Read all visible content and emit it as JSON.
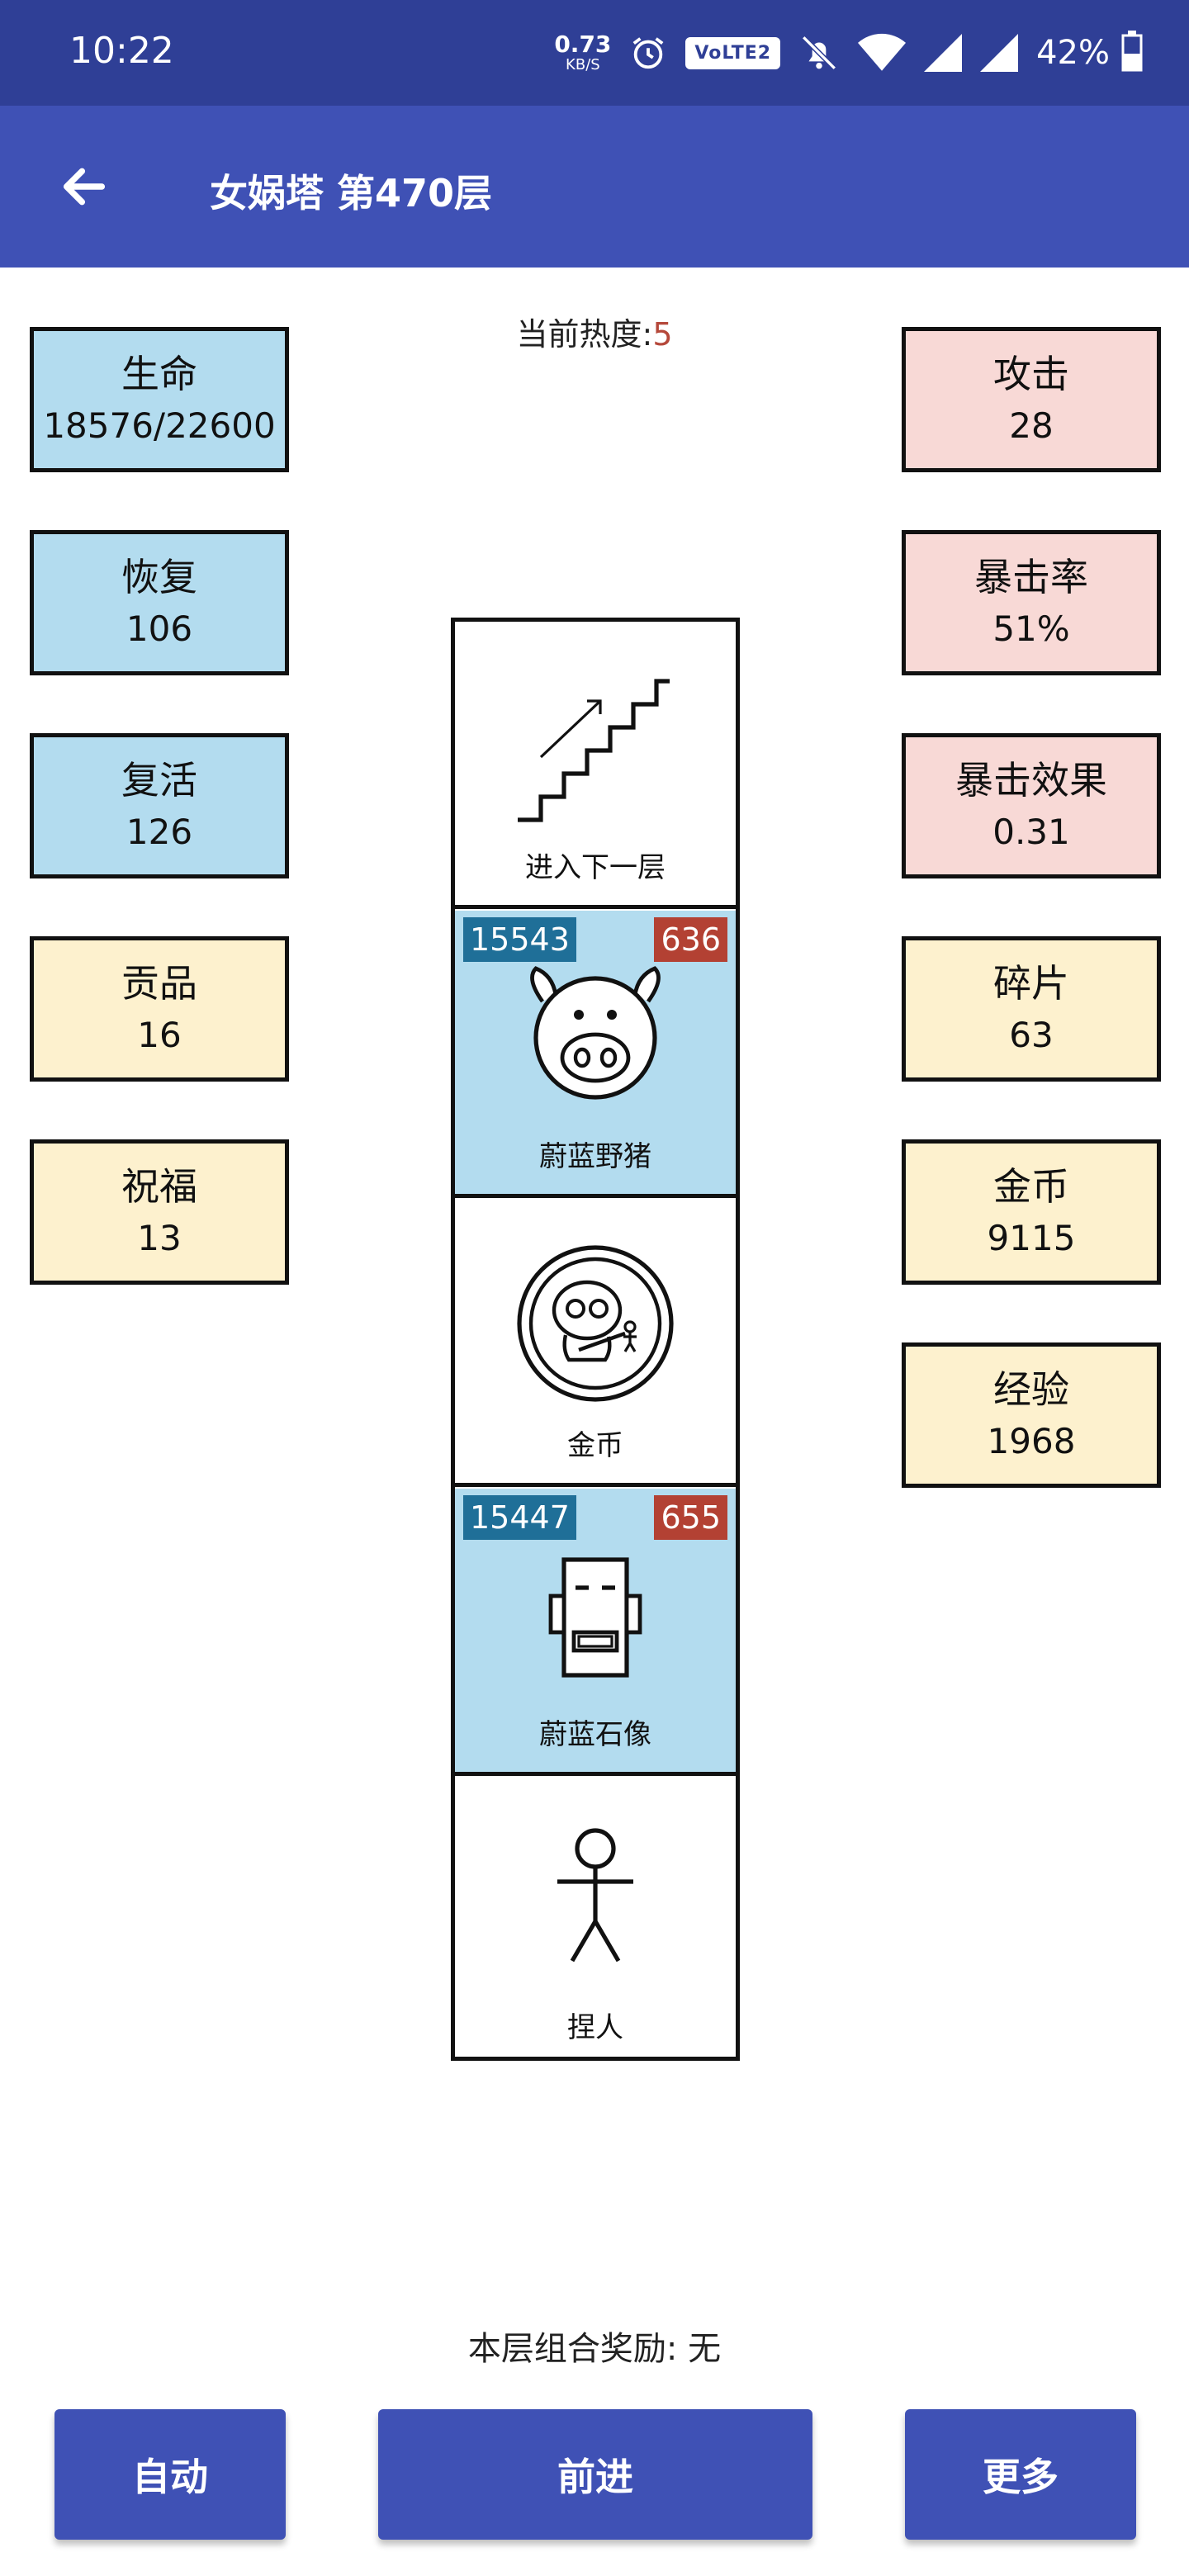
{
  "status_bar": {
    "time": "10:22",
    "net_speed_value": "0.73",
    "net_speed_unit": "KB/S",
    "volte": "VoLTE2",
    "battery_percent": "42%",
    "icons": [
      "alarm-icon",
      "bell-off-icon",
      "wifi-icon",
      "signal-icon",
      "signal-icon",
      "battery-icon"
    ]
  },
  "app_bar": {
    "title": "女娲塔 第470层",
    "back_icon": "arrow-left-icon"
  },
  "heat": {
    "label": "当前热度:",
    "value": "5"
  },
  "left_stats": [
    {
      "label": "生命",
      "value": "18576/22600",
      "color": "#b3dcef"
    },
    {
      "label": "恢复",
      "value": "106",
      "color": "#b3dcef"
    },
    {
      "label": "复活",
      "value": "126",
      "color": "#b3dcef"
    },
    {
      "label": "贡品",
      "value": "16",
      "color": "#fdf1ce"
    },
    {
      "label": "祝福",
      "value": "13",
      "color": "#fdf1ce"
    }
  ],
  "right_stats": [
    {
      "label": "攻击",
      "value": "28",
      "color": "#f8d9d6"
    },
    {
      "label": "暴击率",
      "value": "51%",
      "color": "#f8d9d6"
    },
    {
      "label": "暴击效果",
      "value": "0.31",
      "color": "#f8d9d6"
    },
    {
      "label": "碎片",
      "value": "63",
      "color": "#fdf1ce"
    },
    {
      "label": "金币",
      "value": "9115",
      "color": "#fdf1ce"
    },
    {
      "label": "经验",
      "value": "1968",
      "color": "#fdf1ce"
    }
  ],
  "tower": [
    {
      "type": "stairs",
      "name": "进入下一层",
      "icon": "stairs-up-icon"
    },
    {
      "type": "enemy",
      "name": "蔚蓝野猪",
      "hp": "15543",
      "attack": "636",
      "icon": "boar-icon"
    },
    {
      "type": "item",
      "name": "金币",
      "icon": "gold-coin-icon"
    },
    {
      "type": "enemy",
      "name": "蔚蓝石像",
      "hp": "15447",
      "attack": "655",
      "icon": "stone-statue-icon"
    },
    {
      "type": "player",
      "name": "捏人",
      "icon": "stick-figure-icon"
    }
  ],
  "combo_reward": {
    "label": "本层组合奖励:",
    "value": "无"
  },
  "buttons": {
    "auto": "自动",
    "advance": "前进",
    "more": "更多"
  },
  "colors": {
    "status_bar": "#2f3f96",
    "app_bar": "#3f51b5",
    "hp_badge": "#1f6f98",
    "attack_badge": "#b34133",
    "heat_value": "#b5483a"
  }
}
